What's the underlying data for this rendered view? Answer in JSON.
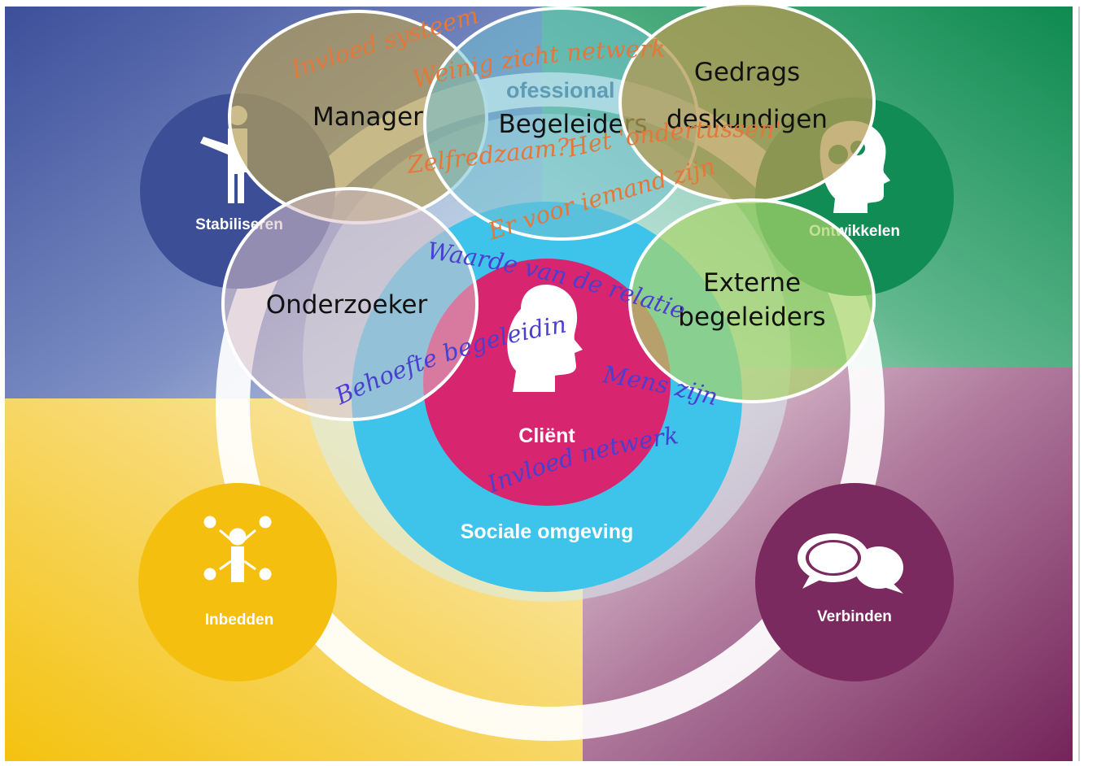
{
  "colors": {
    "blue_quadrant": "#4a5aa0",
    "green_quadrant": "#17925a",
    "yellow_quadrant": "#f4c417",
    "purple_quadrant": "#7a2a5e",
    "sociale_ring": "#3ec3ea",
    "client_core": "#d8256f",
    "orange_script": "#e4773a",
    "blue_script": "#4a3fcf"
  },
  "quadrants": {
    "stabiliseren": {
      "label": "Stabiliseren",
      "icon": "person-pointing-icon"
    },
    "ontwikkelen": {
      "label": "Ontwikkelen",
      "icon": "head-gears-icon"
    },
    "inbedden": {
      "label": "Inbedden",
      "icon": "network-people-icon"
    },
    "verbinden": {
      "label": "Verbinden",
      "icon": "speech-bubbles-icon"
    }
  },
  "center": {
    "client_label": "Cliënt",
    "client_icon": "head-profile-icon",
    "ring_label": "Sociale omgeving",
    "professional_label": "ofessional"
  },
  "overlay_circles": {
    "manager": "Manager",
    "begeleiders": "Begeleiders",
    "gedrags": [
      "Gedrags",
      "deskundigen"
    ],
    "onderzoeker": "Onderzoeker",
    "externe": [
      "Externe",
      "begeleiders"
    ]
  },
  "annotations": {
    "invloed_systeem": "Invloed systeem",
    "weinig_zicht": "Weinig zicht netwerk",
    "zelfredzaam": "Zelfredzaam?",
    "het_ondertussen": "Het 'ondertussen'",
    "er_voor_iemand": "Er voor iemand zijn",
    "waarde_relatie": "Waarde van de relatie",
    "behoefte": "Behoefte begeleiding",
    "mens_zijn": "Mens zijn",
    "invloed_netwerk": "Invloed netwerk"
  }
}
